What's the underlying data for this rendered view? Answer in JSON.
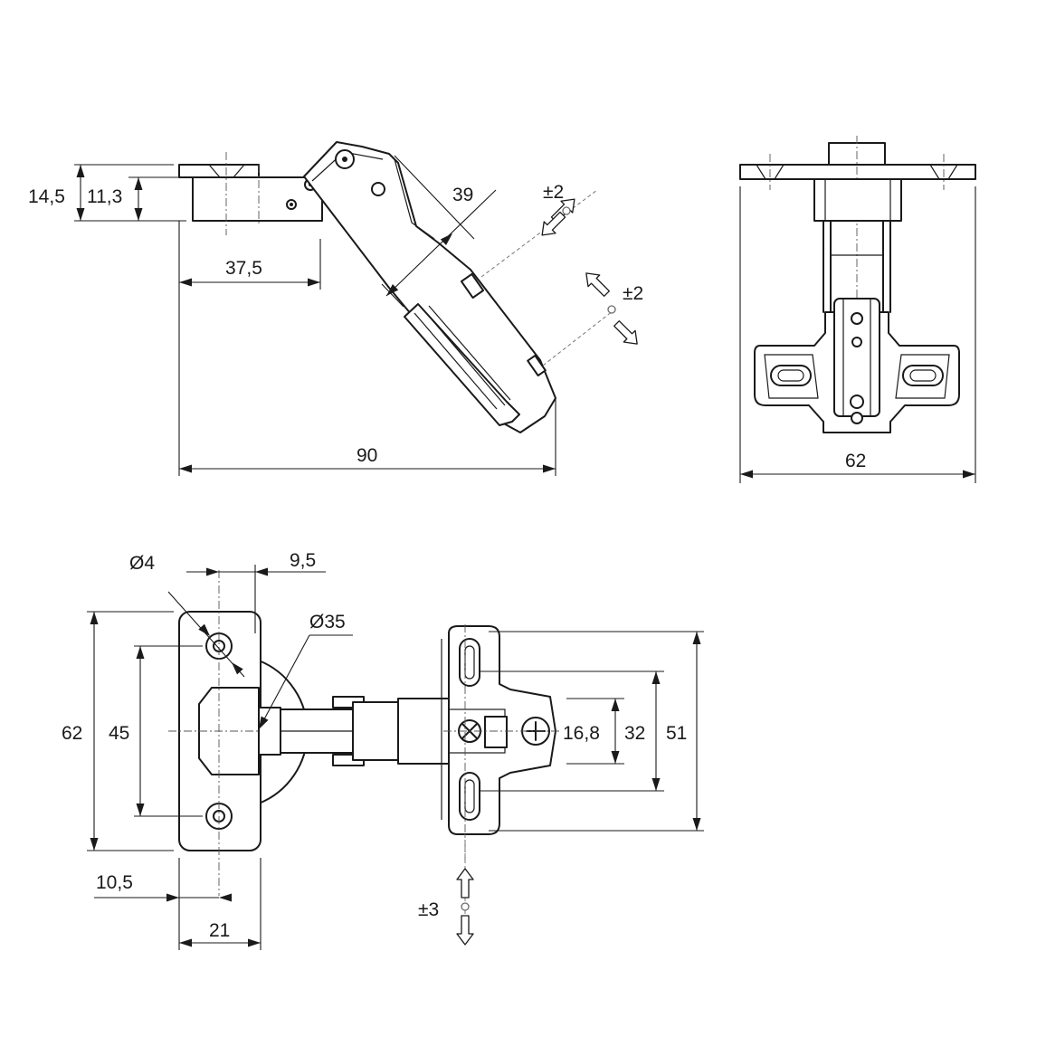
{
  "dimensions": {
    "side_thickness_total": "14,5",
    "side_thickness_plate": "11,3",
    "side_plate_length": "37,5",
    "side_arm_offset": "39",
    "side_total_length": "90",
    "front_width": "62",
    "top_hole_dia": "Ø4",
    "top_hole_offset": "9,5",
    "top_cup_dia": "Ø35",
    "top_plate_height": "62",
    "top_hole_spacing": "45",
    "top_plate_edge": "10,5",
    "top_plate_width": "21",
    "top_base_slot": "16,8",
    "top_base_holes": "32",
    "top_base_height": "51"
  },
  "adjustments": {
    "depth": "±2",
    "side": "±2",
    "height": "±3"
  }
}
